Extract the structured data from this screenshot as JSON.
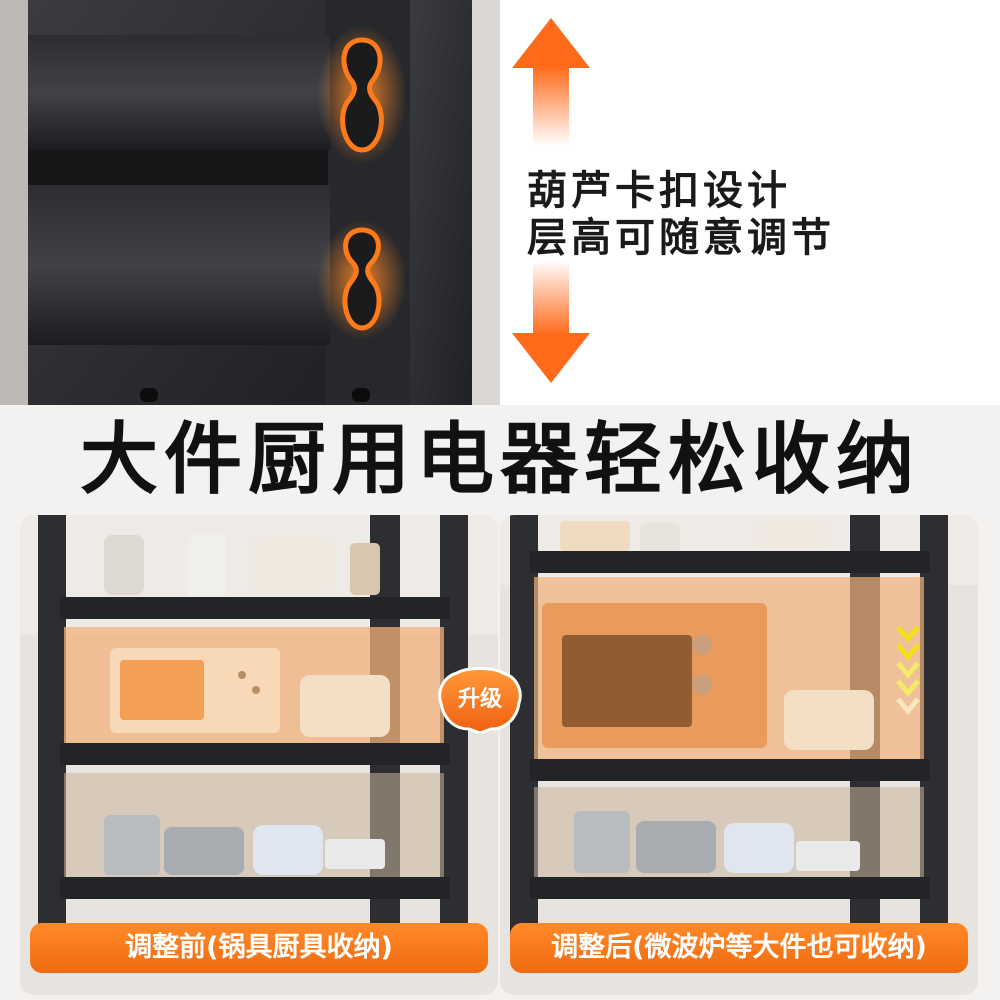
{
  "feature": {
    "line1": "葫芦卡扣设计",
    "line2": "层高可随意调节"
  },
  "headline": "大件厨用电器轻松收纳",
  "upgrade_badge": "升级",
  "before": {
    "caption": "调整前(锅具厨具收纳)"
  },
  "after": {
    "caption": "调整后(微波炉等大件也可收纳)"
  },
  "colors": {
    "accent_orange": "#ff7a1a",
    "caption_orange": "#f47416",
    "rack_dark": "#2a2c30",
    "headline_text": "#111111",
    "chevron_yellow": "#f2e21a"
  },
  "icons": {
    "arrow_up": "arrow-up-icon",
    "arrow_down": "arrow-down-icon",
    "chevrons": "chevron-down-icon"
  }
}
